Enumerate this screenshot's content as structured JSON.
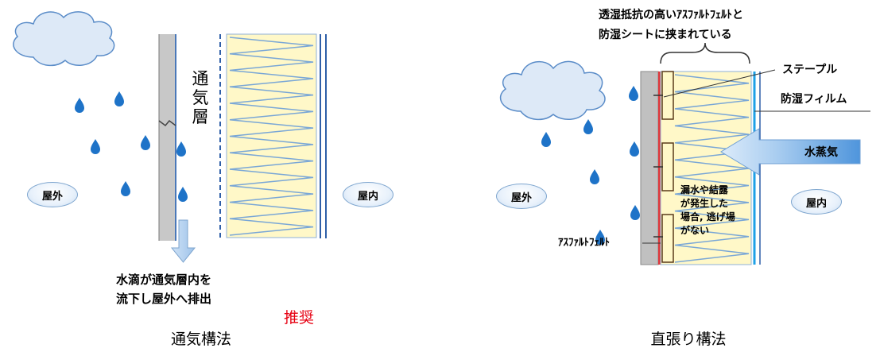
{
  "left": {
    "vertical_label": [
      "通",
      "気",
      "層"
    ],
    "outside_label": "屋外",
    "inside_label": "屋内",
    "note": [
      "水滴が通気層内を",
      "流下し屋外へ排出"
    ],
    "recommend": "推奨",
    "caption": "通気構法"
  },
  "right": {
    "top_note": [
      "透湿抵抗の高いｱｽﾌｧﾙﾄﾌｪﾙﾄと",
      "防湿シートに挟まれている"
    ],
    "staple_label": "ステープル",
    "film_label": "防湿フィルム",
    "vapor_label": "水蒸気",
    "outside_label": "屋外",
    "inside_label": "屋内",
    "leak_note": [
      "漏水や結露",
      "が発生した",
      "場合, 逃げ場",
      "がない"
    ],
    "felt_label": "ｱｽﾌｧﾙﾄﾌｪﾙﾄ",
    "caption": "直張り構法"
  },
  "colors": {
    "drop": "#1e73c8",
    "insulation": "#fff8c8",
    "zigzag": "#7aa7d6",
    "board": "#c8c8c8",
    "felt": "#e0383b",
    "recommend": "#e60012"
  }
}
